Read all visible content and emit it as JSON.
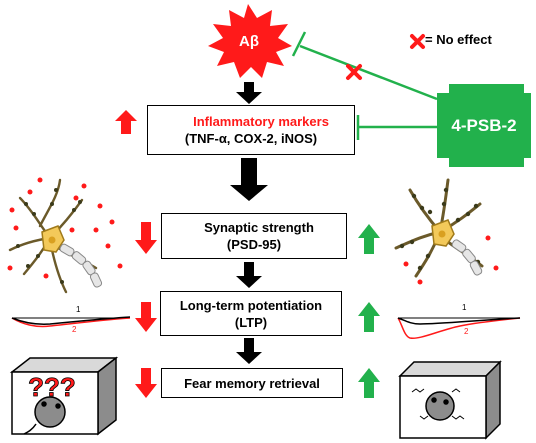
{
  "title_node": {
    "label": "Aβ"
  },
  "legend": {
    "text": "= No effect"
  },
  "drug": {
    "label": "4-PSB-2"
  },
  "steps": [
    {
      "line1": "Inflammatory markers",
      "line2": "(TNF-α, COX-2, iNOS)"
    },
    {
      "line1": "Synaptic strength",
      "line2": "(PSD-95)"
    },
    {
      "line1": "Long-term potentiation",
      "line2": "(LTP)"
    },
    {
      "line1": "Fear memory retrieval"
    }
  ],
  "ltp_trace_labels": {
    "left": [
      "1",
      "2"
    ],
    "right": [
      "1",
      "2"
    ]
  },
  "question_marks": "???",
  "colors": {
    "red": "#ff1a1a",
    "green": "#22b14c",
    "black": "#000000"
  }
}
